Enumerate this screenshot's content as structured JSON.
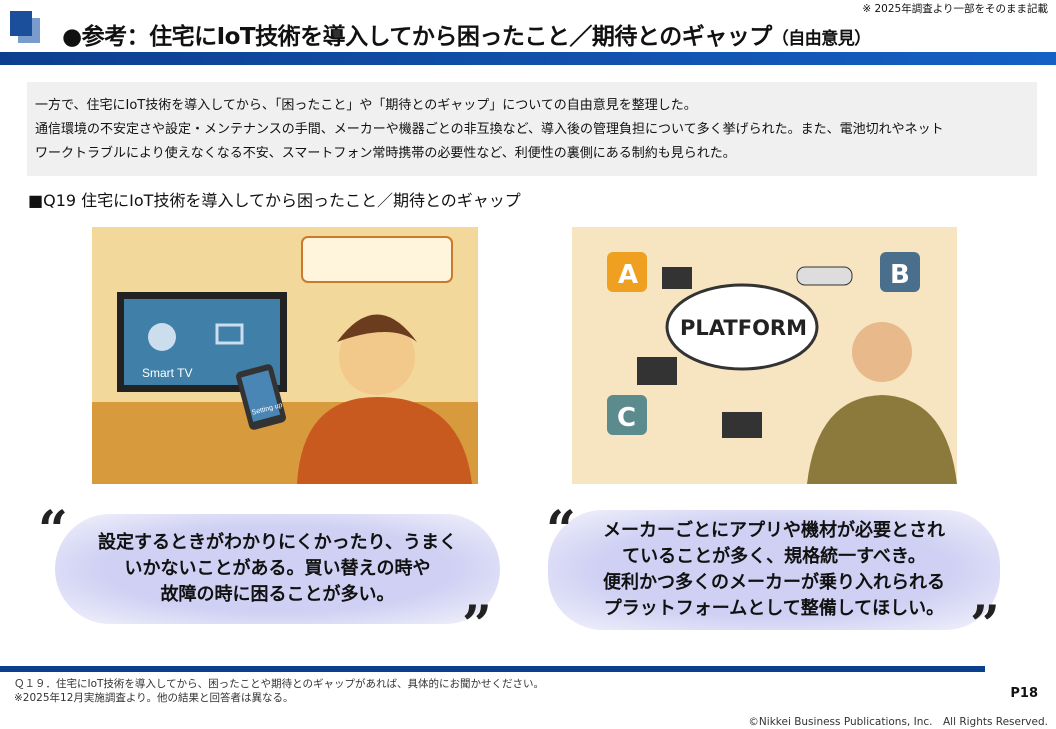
{
  "header": {
    "title": "●参考：住宅にIoT技術を導入してから困ったこと／期待とのギャップ",
    "title_suffix": "（自由意見）",
    "note": "※ 2025年調査より一部をそのまま記載"
  },
  "summary": [
    "一方で、住宅にIoT技術を導入してから、「困ったこと」や「期待とのギャップ」についての自由意見を整理した。",
    "通信環境の不安定さや設定・メンテナンスの手間、メーカーや機器ごとの非互換など、導入後の管理負担について多く挙げられた。また、電池切れやネット",
    "ワークトラブルにより使えなくなる不安、スマートフォン常時携帯の必要性など、利便性の裏側にある制約も見られた。"
  ],
  "question_heading": "■Q19 住宅にIoT技術を導入してから困ったこと／期待とのギャップ",
  "illustration1": {
    "tv_label": "Smart TV",
    "phone_label": "Setting up"
  },
  "illustration2": {
    "platform": "PLATFORM",
    "labels": [
      "A",
      "B",
      "C"
    ]
  },
  "quotes": [
    {
      "lines": [
        "設定するときがわかりにくかったり、うまく",
        "いかないことがある。買い替えの時や",
        "故障の時に困ることが多い。"
      ]
    },
    {
      "lines": [
        "メーカーごとにアプリや機材が必要とされ",
        "ていることが多く、規格統一すべき。",
        "便利かつ多くのメーカーが乗り入れられる",
        "プラットフォームとして整備してほしい。"
      ]
    }
  ],
  "quote_marks": {
    "open": "“",
    "close": "”"
  },
  "footer": {
    "lines": [
      "Ｑ１９．住宅にIoT技術を導入してから、困ったことや期待とのギャップがあれば、具体的にお聞かせください。",
      "※2025年12月実施調査より。他の結果と回答者は異なる。"
    ],
    "page": "P18",
    "copyright": "©Nikkei Business Publications, Inc.　All Rights Reserved."
  },
  "colors": {
    "primary": "#1b4f9c",
    "band": "#1560c4",
    "quote_bg": "#cfd0f3"
  }
}
